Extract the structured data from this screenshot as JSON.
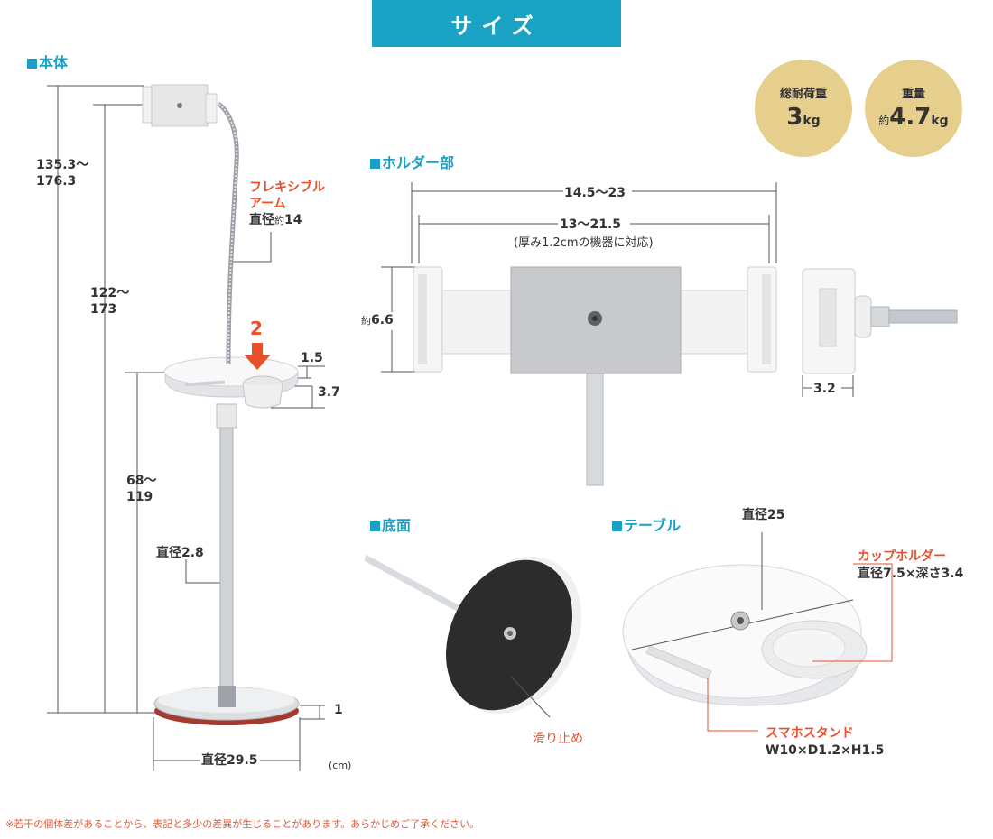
{
  "header": {
    "title": "サイズ"
  },
  "sections": {
    "body": "本体",
    "holder": "ホルダー部",
    "bottom": "底面",
    "table": "テーブル"
  },
  "specs": {
    "load": {
      "label": "総耐荷重",
      "value": "3",
      "unit": "kg"
    },
    "weight": {
      "label": "重量",
      "prefix": "約",
      "value": "4.7",
      "unit": "kg"
    }
  },
  "body_dims": {
    "total_height": [
      "135.3〜",
      "176.3"
    ],
    "arm_height": [
      "122〜",
      "173"
    ],
    "table_height": [
      "68〜",
      "119"
    ],
    "arm_label_1": "フレキシブル",
    "arm_label_2": "アーム",
    "arm_diameter_prefix": "直径",
    "arm_diameter_small": "約",
    "arm_diameter": "14",
    "marker_number": "2",
    "table_thickness": "1.5",
    "cup_depth_dim": "3.7",
    "pole_diameter": "直径2.8",
    "base_thickness": "1",
    "base_diameter": "直径29.5",
    "unit": "(cm)"
  },
  "holder_dims": {
    "outer_width": "14.5〜23",
    "inner_width": "13〜21.5",
    "device_note": "(厚み1.2cmの機器に対応)",
    "height_prefix": "約",
    "height": "6.6",
    "depth": "3.2"
  },
  "bottom": {
    "label": "滑り止め"
  },
  "table_dims": {
    "diameter": "直径25",
    "cup_holder_label": "カップホルダー",
    "cup_holder_dims": "直径7.5×深さ3.4",
    "stand_label": "スマホスタンド",
    "stand_dims": "W10×D1.2×H1.5"
  },
  "footnote": "※若干の個体差があることから、表記と多少の差異が生じることがあります。あらかじめご了承ください。"
}
